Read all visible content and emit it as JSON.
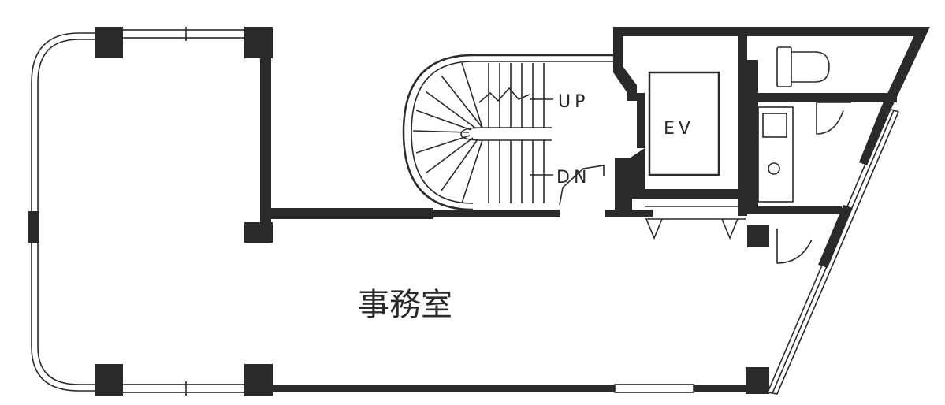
{
  "labels": {
    "up": "UP",
    "dn": "DN",
    "ev": "EV",
    "office": "事務室"
  },
  "colors": {
    "wall": "#2a2a2a",
    "background": "#ffffff"
  }
}
